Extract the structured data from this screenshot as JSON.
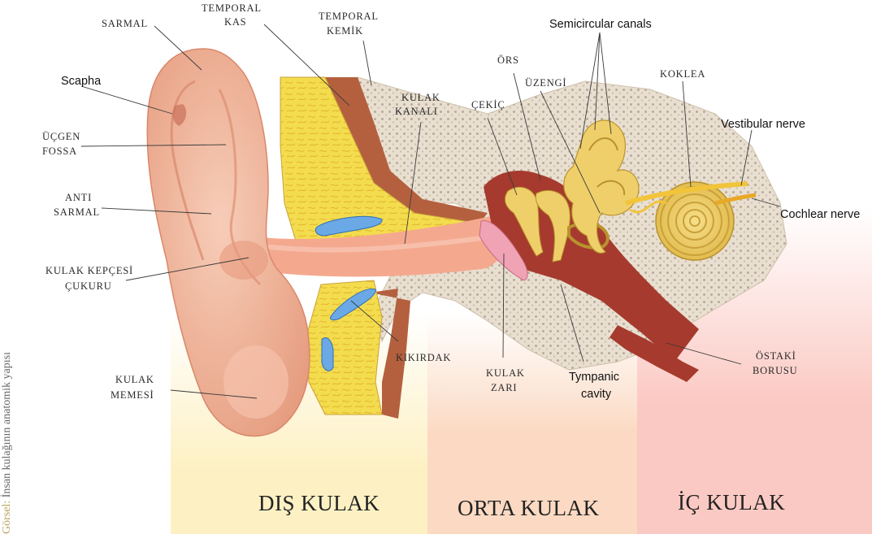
{
  "caption": {
    "source": "Görsel:",
    "text": "İnsan kulağının anatomik yapısı"
  },
  "zones": [
    {
      "title": "DIŞ KULAK",
      "color": "#fdf1c4"
    },
    {
      "title": "ORTA KULAK",
      "color": "#fbd9c2"
    },
    {
      "title": "İÇ KULAK",
      "color": "#fbc9c3"
    }
  ],
  "labels": {
    "sarmal": "SARMAL",
    "temporal_kas_1": "TEMPORAL",
    "temporal_kas_2": "KAS",
    "temporal_kemik_1": "TEMPORAL",
    "temporal_kemik_2": "KEMİK",
    "semicircular_canals": "Semicircular canals",
    "scapha": "Scapha",
    "ors": "ÖRS",
    "uzengi": "ÜZENGİ",
    "koklea": "KOKLEA",
    "kulak_kanali_1": "KULAK",
    "kulak_kanali_2": "KANALI",
    "cekic": "ÇEKİÇ",
    "vestibular_nerve": "Vestibular nerve",
    "ucgen_fossa_1": "ÜÇGEN",
    "ucgen_fossa_2": "FOSSA",
    "cochlear_nerve": "Cochlear nerve",
    "anti_sarmal_1": "ANTI",
    "anti_sarmal_2": "SARMAL",
    "kulak_kepcesi_1": "KULAK KEPÇESİ",
    "kulak_kepcesi_2": "ÇUKURU",
    "kikirdak": "KIKIRDAK",
    "ostaki_1": "ÖSTAKİ",
    "ostaki_2": "BORUSU",
    "kulak_zari_1": "KULAK",
    "kulak_zari_2": "ZARI",
    "tympanic_1": "Tympanic",
    "tympanic_2": "cavity",
    "kulak_memesi_1": "KULAK",
    "kulak_memesi_2": "MEMESİ"
  },
  "colors": {
    "skin": "#f2b9a0",
    "skin_dark": "#d9876b",
    "bone": "#e9dfd1",
    "bone_dot": "#b9ab98",
    "muscle": "#b4603e",
    "fat": "#f3dc4e",
    "cartilage": "#6aa9e6",
    "ossicle": "#efcf6a",
    "cavity": "#a63a2e",
    "eardrum": "#f0a3b5"
  }
}
